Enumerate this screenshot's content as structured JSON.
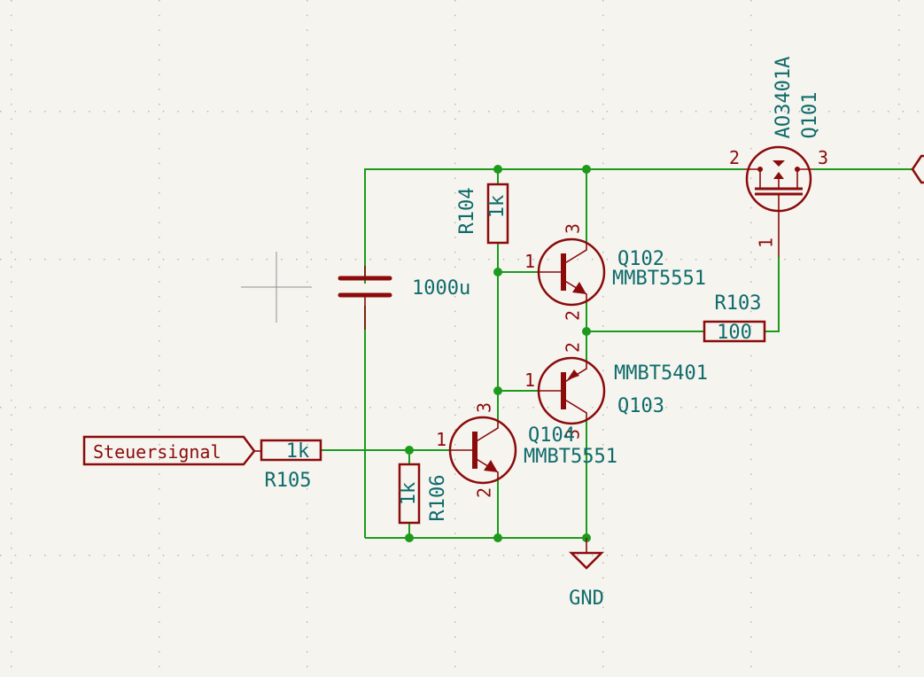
{
  "schematic": {
    "components": {
      "R104": {
        "ref": "R104",
        "value": "1k"
      },
      "R103": {
        "ref": "R103",
        "value": "100"
      },
      "R105": {
        "ref": "R105",
        "value": "1k"
      },
      "R106": {
        "ref": "R106",
        "value": "1k"
      },
      "C": {
        "value": "1000u"
      },
      "Q101": {
        "ref": "Q101",
        "value": "AO3401A",
        "pins": {
          "gate": "1",
          "source": "2",
          "drain": "3"
        }
      },
      "Q102": {
        "ref": "Q102",
        "value": "MMBT5551",
        "pins": {
          "base": "1",
          "emitter": "2",
          "collector": "3"
        }
      },
      "Q103": {
        "ref": "Q103",
        "value": "MMBT5401",
        "pins": {
          "base": "1",
          "emitter": "2",
          "collector": "3"
        }
      },
      "Q104": {
        "ref": "Q104",
        "value": "MMBT5551",
        "pins": {
          "base": "1",
          "emitter": "2",
          "collector": "3"
        }
      }
    },
    "labels": {
      "input": "Steuersignal",
      "gnd": "GND"
    },
    "colors": {
      "wire": "#1c9a1c",
      "symbol": "#8b0b0b",
      "text": "#0f6b6b",
      "background": "#f5f4ef"
    }
  }
}
